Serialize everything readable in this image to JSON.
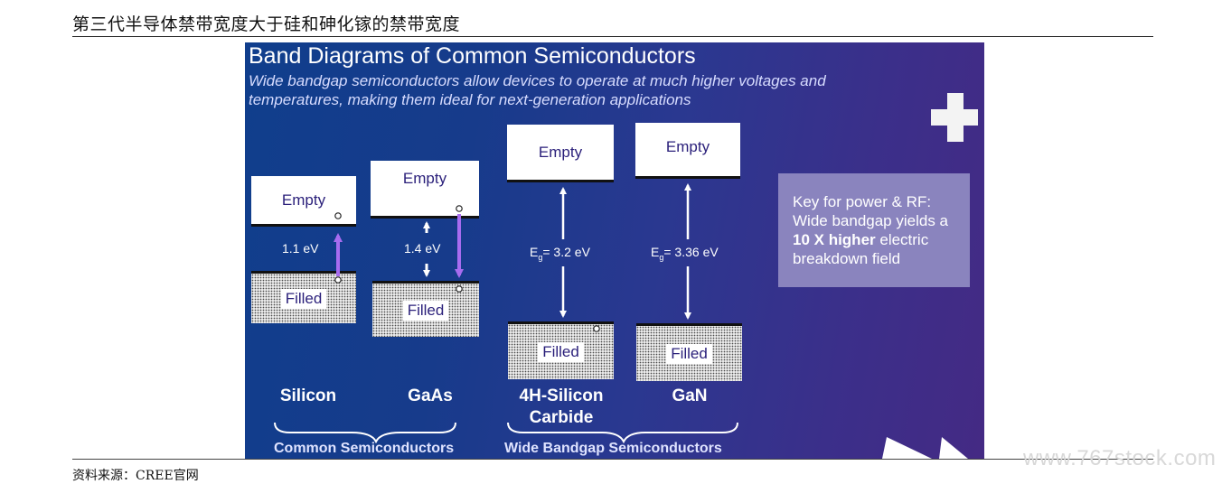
{
  "page": {
    "title": "第三代半导体禁带宽度大于硅和砷化镓的禁带宽度",
    "source": "资料来源：CREE官网",
    "watermark": "www.767stock.com"
  },
  "slide": {
    "title": "Band Diagrams of Common Semiconductors",
    "subtitle_line1": "Wide bandgap semiconductors allow devices to operate at much higher voltages and",
    "subtitle_line2": "temperatures, making them ideal for next-generation applications",
    "empty_label": "Empty",
    "filled_label": "Filled",
    "gaps": {
      "silicon": "1.1 eV",
      "gaas": "1.4 eV",
      "sic_prefix": "E",
      "sic_sub": "g",
      "sic_value": "= 3.2 eV",
      "gan_prefix": "E",
      "gan_sub": "g",
      "gan_value": "= 3.36 eV"
    },
    "materials": {
      "silicon": "Silicon",
      "gaas": "GaAs",
      "sic_line1": "4H-Silicon",
      "sic_line2": "Carbide",
      "gan": "GaN"
    },
    "groups": {
      "common": "Common Semiconductors",
      "wide": "Wide Bandgap Semiconductors"
    },
    "key": {
      "line1": "Key for power & RF:",
      "line2": "Wide bandgap yields a",
      "bold": "10 X higher",
      "line3_rest": " electric",
      "line4": "breakdown field"
    },
    "colors": {
      "background_left": "#103e8c",
      "background_right": "#442a84",
      "arrow_purple": "#a86cf0",
      "key_box": "#8a84be"
    }
  }
}
